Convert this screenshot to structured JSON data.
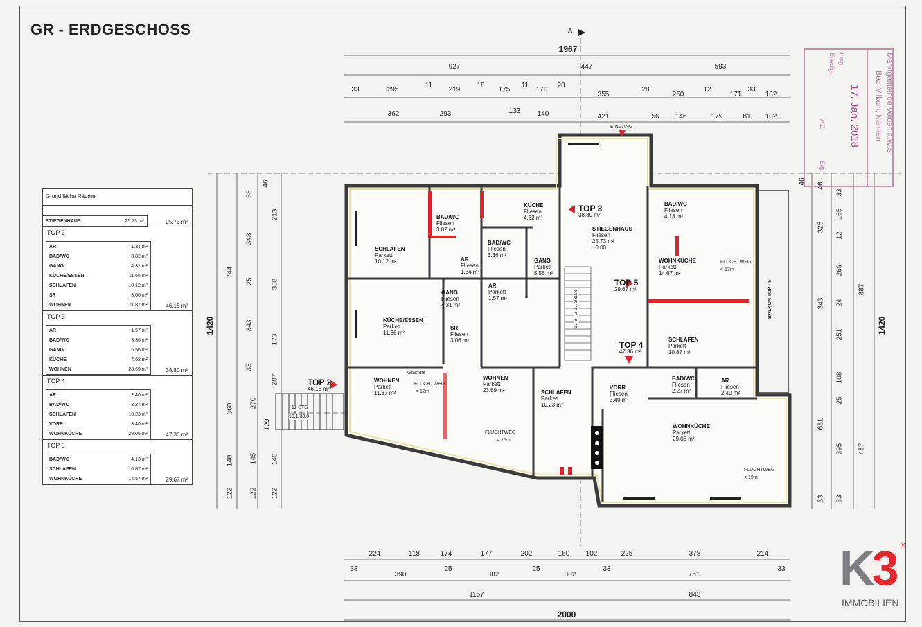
{
  "title": "GR - ERDGESCHOSS",
  "section_marker": "A",
  "dims": {
    "top": {
      "overall": "1967",
      "row1": [
        "927",
        "447",
        "593"
      ],
      "row2": [
        "33",
        "295",
        "11",
        "219",
        "18",
        "175",
        "11",
        "170",
        "28",
        "355",
        "28",
        "250",
        "12",
        "171",
        "33",
        "132"
      ],
      "row3": [
        "362",
        "293",
        "133",
        "140",
        "421",
        "56",
        "146",
        "179",
        "81",
        "132"
      ]
    },
    "bottom": {
      "row1": [
        "224",
        "118",
        "174",
        "177",
        "202",
        "160",
        "102",
        "225",
        "378",
        "214"
      ],
      "row2": [
        "33",
        "390",
        "25",
        "382",
        "25",
        "302",
        "33",
        "751",
        "33"
      ],
      "row3": [
        "1157",
        "843"
      ],
      "overall": "2000"
    },
    "left": {
      "overall": "1420",
      "col1": [
        "744",
        "360",
        "148",
        "122"
      ],
      "col2": [
        "33",
        "343",
        "25",
        "343",
        "33",
        "270",
        "145",
        "122"
      ],
      "col3": [
        "46",
        "213",
        "358",
        "173",
        "207",
        "129",
        "146",
        "122"
      ]
    },
    "right": {
      "overall": "1420",
      "col1": [
        "46",
        "325",
        "343",
        "681",
        "33"
      ],
      "col2": [
        "33",
        "12",
        "165",
        "269",
        "24",
        "251",
        "108",
        "25",
        "395",
        "33"
      ],
      "col3": [
        "887",
        "487"
      ],
      "col0": [
        "46"
      ]
    }
  },
  "rooms": [
    {
      "name": "SCHLAFEN",
      "floor": "Parkett",
      "area": "10.12 m²"
    },
    {
      "name": "BAD/WC",
      "floor": "Fliesen",
      "area": "3.82 m²"
    },
    {
      "name": "AR",
      "floor": "Fliesen",
      "area": "1.34 m²"
    },
    {
      "name": "KÜCHE",
      "floor": "Fliesen",
      "area": "4.62 m²"
    },
    {
      "name": "BAD/WC",
      "floor": "Fliesen",
      "area": "3.36 m²"
    },
    {
      "name": "GANG",
      "floor": "Parkett",
      "area": "5.56 m²"
    },
    {
      "name": "GANG",
      "floor": "Fliesen",
      "area": "4.31 m²"
    },
    {
      "name": "AR",
      "floor": "Parkett",
      "area": "1.57 m²"
    },
    {
      "name": "KÜCHE/ESSEN",
      "floor": "Parkett",
      "area": "11.66 m²"
    },
    {
      "name": "SR",
      "floor": "Fliesen",
      "area": "3.06 m²"
    },
    {
      "name": "WOHNEN",
      "floor": "Parkett",
      "area": "11.87 m²"
    },
    {
      "name": "WOHNEN",
      "floor": "Parkett",
      "area": "23.69 m²"
    },
    {
      "name": "SCHLAFEN",
      "floor": "Parkett",
      "area": "10.23 m²"
    },
    {
      "name": "STIEGENHAUS",
      "floor": "Fliesen",
      "area": "25.73 m²"
    },
    {
      "name": "BAD/WC",
      "floor": "Fliesen",
      "area": "4.13 m²"
    },
    {
      "name": "WOHNKÜCHE",
      "floor": "Parkett",
      "area": "14.67 m²"
    },
    {
      "name": "SCHLAFEN",
      "floor": "Parkett",
      "area": "10.87 m²"
    },
    {
      "name": "VORR.",
      "floor": "Fliesen",
      "area": "3.40 m²"
    },
    {
      "name": "BAD/WC",
      "floor": "Fliesen",
      "area": "2.27 m²"
    },
    {
      "name": "AR",
      "floor": "Fliesen",
      "area": "2.40 m²"
    },
    {
      "name": "WOHNKÜCHE",
      "floor": "Parkett",
      "area": "29.06 m²"
    }
  ],
  "level": "±0.00",
  "units": [
    {
      "name": "TOP 2",
      "area": "46.18 m²"
    },
    {
      "name": "TOP 3",
      "area": "38.80 m²"
    },
    {
      "name": "TOP 4",
      "area": "47.36 m²"
    },
    {
      "name": "TOP 5",
      "area": "29.67 m²"
    }
  ],
  "notes": {
    "entrance": "EINGANG",
    "glass_door": "Glastüre",
    "escape1": "FLUCHTWEG",
    "escape1_len": "< 12m",
    "escape2": "FLUCHTWEG",
    "escape2_len": "< 15m",
    "escape3": "FLUCHTWEG",
    "escape3_len": "< 13m",
    "escape4": "FLUCHTWEG",
    "escape4_len": "< 19m",
    "balcony": "BALKON TOP - 5",
    "stairs_ext": "11 STG",
    "stairs_ext_dim": "19.1/30.0",
    "stairs_int": "17 STG 17.6/30.2"
  },
  "area_table": {
    "title": "Grundfläche Räume",
    "stairwell": {
      "label": "STIEGENHAUS",
      "area": "25.73 m²",
      "total": "25.73 m²"
    },
    "sections": [
      {
        "title": "TOP 2",
        "total": "46.18 m²",
        "rows": [
          [
            "AR",
            "1.34 m²"
          ],
          [
            "BAD/WC",
            "3.82 m²"
          ],
          [
            "GANG",
            "4.31 m²"
          ],
          [
            "KÜCHE/ESSEN",
            "11.66 m²"
          ],
          [
            "SCHLAFEN",
            "10.12 m²"
          ],
          [
            "SR",
            "3.06 m²"
          ],
          [
            "WOHNEN",
            "11.87 m²"
          ]
        ]
      },
      {
        "title": "TOP 3",
        "total": "38.80 m²",
        "rows": [
          [
            "AR",
            "1.57 m²"
          ],
          [
            "BAD/WC",
            "3.36 m²"
          ],
          [
            "GANG",
            "5.56 m²"
          ],
          [
            "KÜCHE",
            "4.62 m²"
          ],
          [
            "WOHNEN",
            "23.69 m²"
          ]
        ]
      },
      {
        "title": "TOP 4",
        "total": "47.36 m²",
        "rows": [
          [
            "AR",
            "2.40 m²"
          ],
          [
            "BAD/WC",
            "2.27 m²"
          ],
          [
            "SCHLAFEN",
            "10.23 m²"
          ],
          [
            "VORR",
            "3.40 m²"
          ],
          [
            "WOHNKÜCHE",
            "29.06 m²"
          ]
        ]
      },
      {
        "title": "TOP 5",
        "total": "29.67 m²",
        "rows": [
          [
            "BAD/WC",
            "4.13 m²"
          ],
          [
            "SCHLAFEN",
            "10.87 m²"
          ],
          [
            "WOHNKÜCHE",
            "14.67 m²"
          ]
        ]
      }
    ]
  },
  "stamp": {
    "authority": "Marktgemeinde Velden a.W.S.",
    "district": "Bez. Villach, Kärnten",
    "date": "17. Jan. 2018",
    "field1": "Eing.",
    "field2": "Erledigt",
    "field3": "A.Z.",
    "field4": "Blg."
  },
  "logo": {
    "mark_k": "K",
    "mark_3": "3",
    "reg": "®",
    "sub": "IMMOBILIEN"
  },
  "colors": {
    "wall": "#3a3a3a",
    "new_wall": "#d9262e",
    "insulation": "#e8e4a8",
    "marker": "#d9262e",
    "logo_gray": "#7b7d80",
    "logo_red": "#e3262b",
    "stamp": "#b07a9c"
  }
}
